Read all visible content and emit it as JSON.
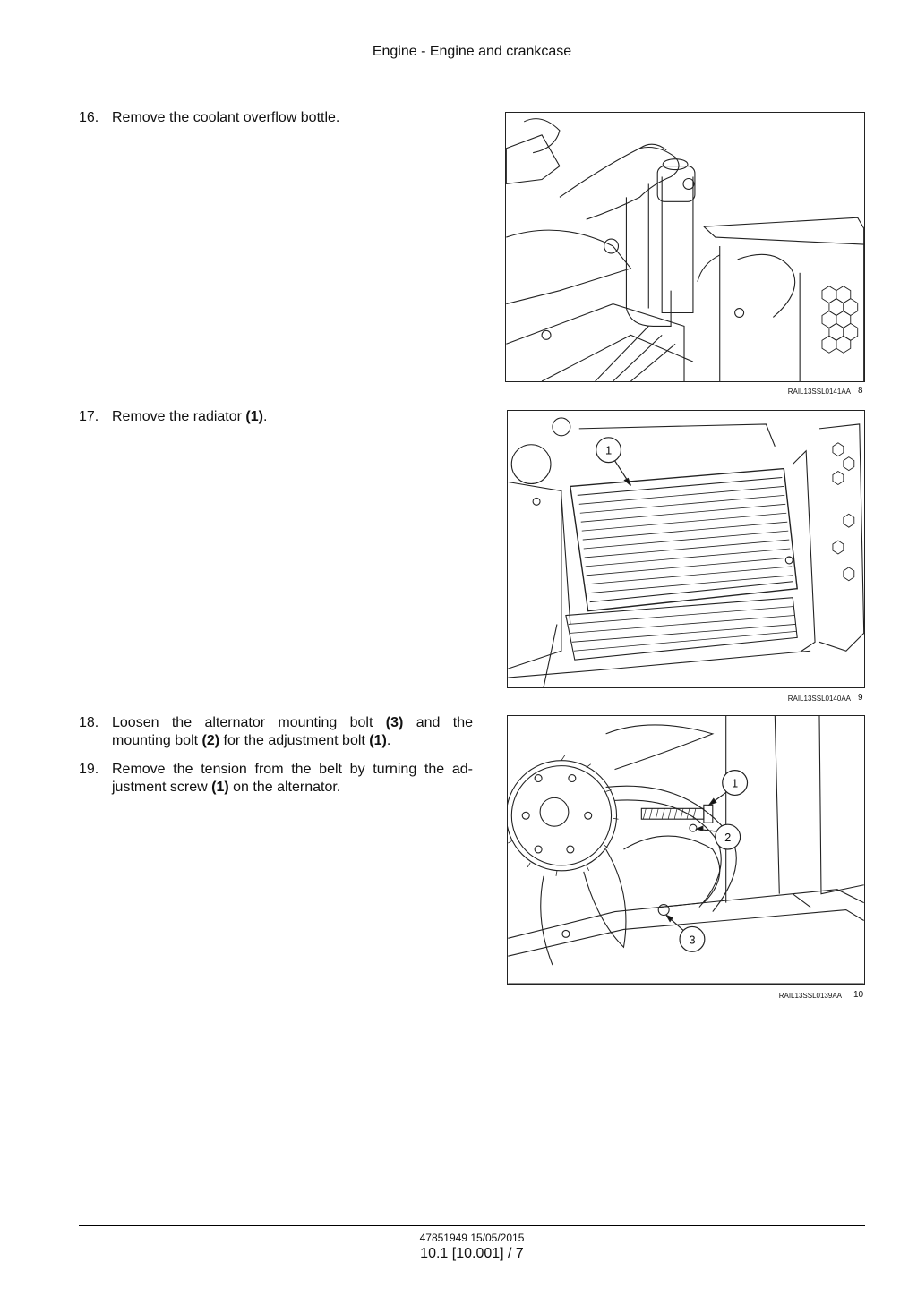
{
  "header": {
    "title": "Engine - Engine and crankcase"
  },
  "steps": [
    {
      "num": "16.",
      "parts": [
        "Remove the coolant overflow bottle."
      ]
    },
    {
      "num": "17.",
      "parts": [
        "Remove the radiator ",
        "(1)",
        "."
      ]
    },
    {
      "num": "18.",
      "parts": [
        "Loosen the alternator mounting bolt ",
        "(3)",
        " and the mounting bolt ",
        "(2)",
        " for the adjustment bolt ",
        "(1)",
        "."
      ]
    },
    {
      "num": "19.",
      "parts": [
        "Remove the tension from the belt by turning the ad-justment screw ",
        "(1)",
        " on the alternator."
      ]
    }
  ],
  "figures": [
    {
      "code": "RAIL13SSL0141AA",
      "number": "8",
      "callouts": []
    },
    {
      "code": "RAIL13SSL0140AA",
      "number": "9",
      "callouts": [
        "1"
      ]
    },
    {
      "code": "RAIL13SSL0139AA",
      "number": "10",
      "callouts": [
        "1",
        "2",
        "3"
      ]
    }
  ],
  "footer": {
    "doc": "47851949 15/05/2015",
    "page": "10.1 [10.001] / 7"
  }
}
